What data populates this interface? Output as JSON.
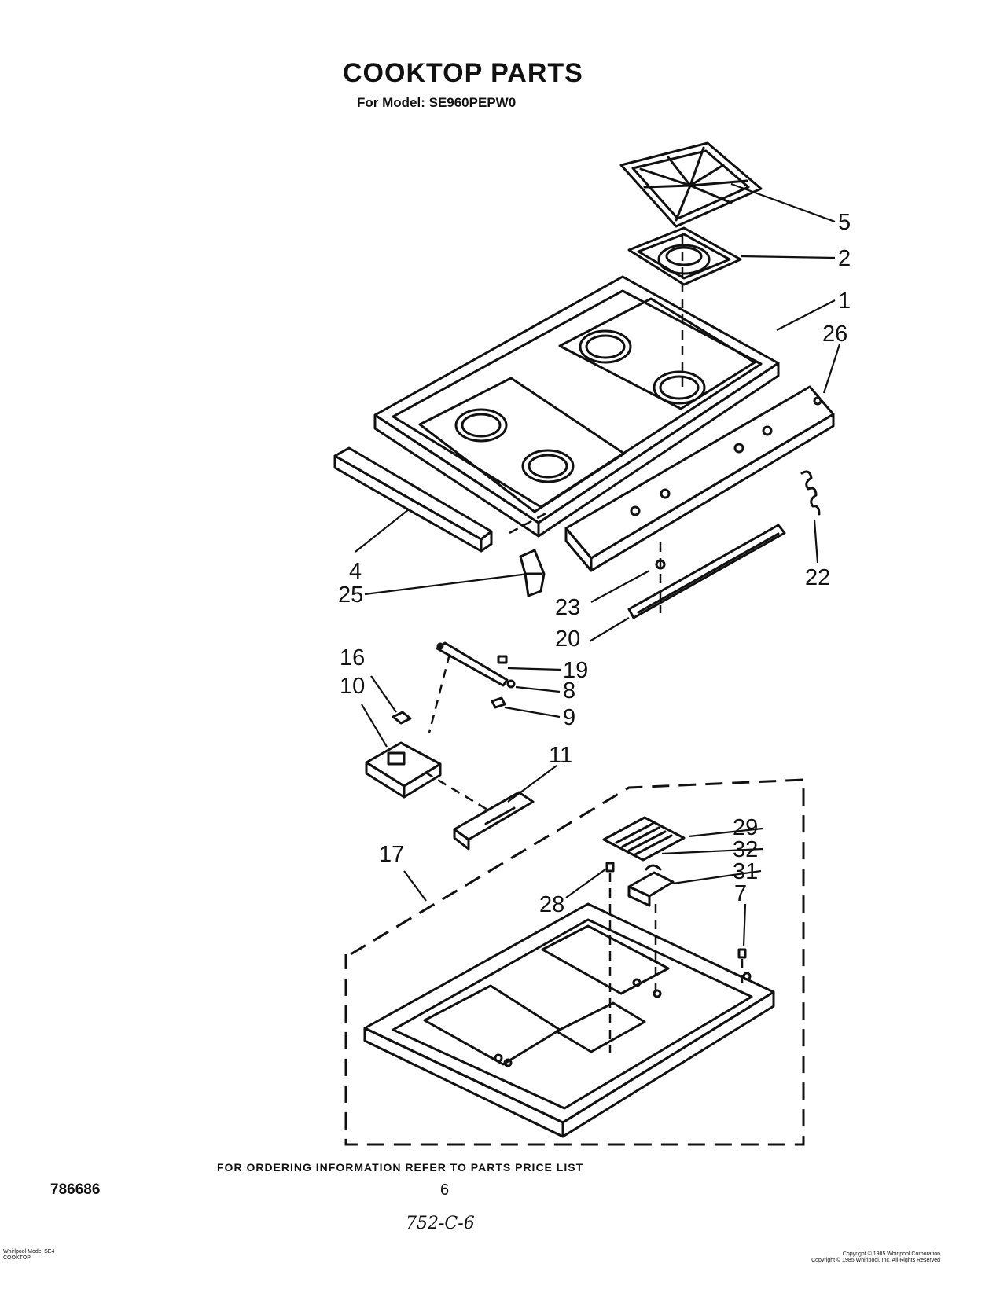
{
  "header": {
    "title": "COOKTOP PARTS",
    "subtitle": "For Model: SE960PEPW0"
  },
  "callouts": [
    "5",
    "2",
    "1",
    "26",
    "4",
    "25",
    "22",
    "23",
    "20",
    "16",
    "10",
    "19",
    "8",
    "9",
    "11",
    "17",
    "29",
    "32",
    "31",
    "28",
    "7"
  ],
  "footer": {
    "ordering_note": "FOR ORDERING INFORMATION REFER TO PARTS PRICE LIST",
    "doc_number": "786686",
    "page_number": "6",
    "handwritten_note": "752-C-6",
    "left_small_lines": [
      "Whirlpool Model SE4",
      "COOKTOP"
    ],
    "right_small_lines": [
      "Copyright © 1985 Whirlpool Corporation",
      "Copyright © 1985 Whirlpool, Inc. All Rights Reserved"
    ]
  }
}
